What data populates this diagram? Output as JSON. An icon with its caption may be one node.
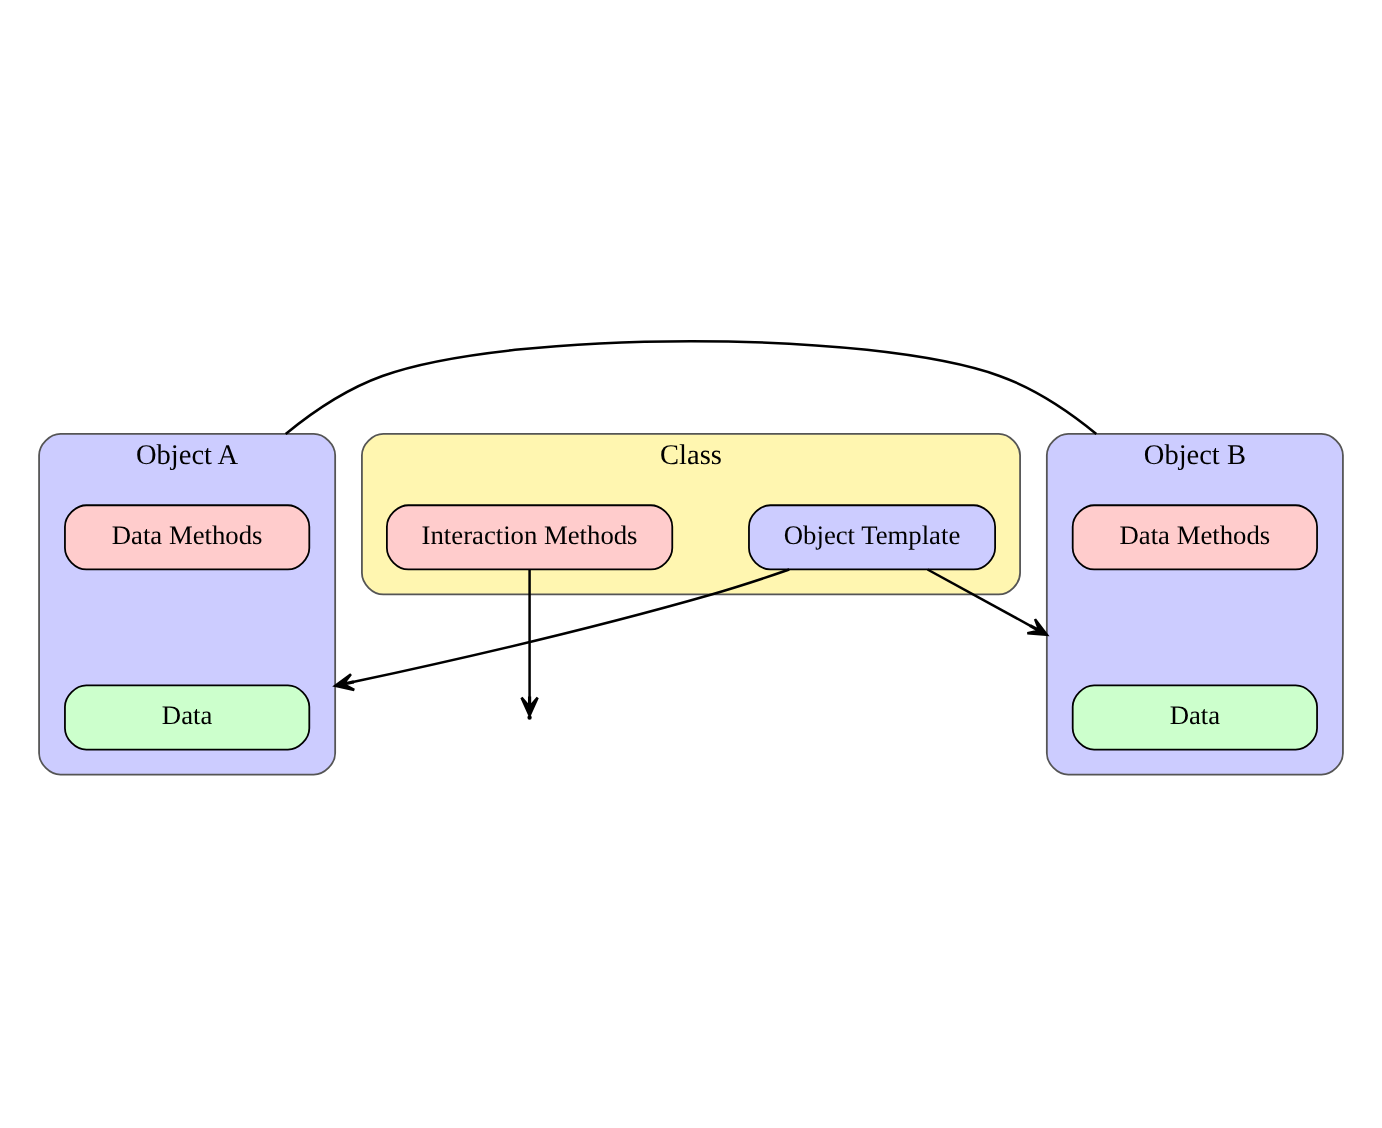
{
  "diagram": {
    "nodes": [
      {
        "text": [
          "Class"
        ]
      },
      {
        "text": [
          "Object Template"
        ],
        "in": 0
      },
      {
        "text": [
          "Interaction Methods"
        ],
        "in": 0
      },
      {
        "text": [
          "Object A"
        ]
      },
      {
        "text": [
          "Data"
        ],
        "in": 3
      },
      {
        "text": [
          "Data Methods"
        ],
        "in": 3
      },
      {
        "text": [
          "Object B"
        ]
      },
      {
        "text": [
          "Data"
        ],
        "in": 6
      },
      {
        "text": [
          "Data Methods"
        ],
        "in": 6
      }
    ],
    "edges": [
      {
        "from": 1,
        "to": 3,
        "arrow": "to"
      },
      {
        "from": 1,
        "to": 6,
        "arrow": "to"
      },
      {
        "from": 2,
        "to": null,
        "arrow": "to"
      },
      {
        "from": 3,
        "to": 6,
        "arrow": "none"
      }
    ]
  }
}
